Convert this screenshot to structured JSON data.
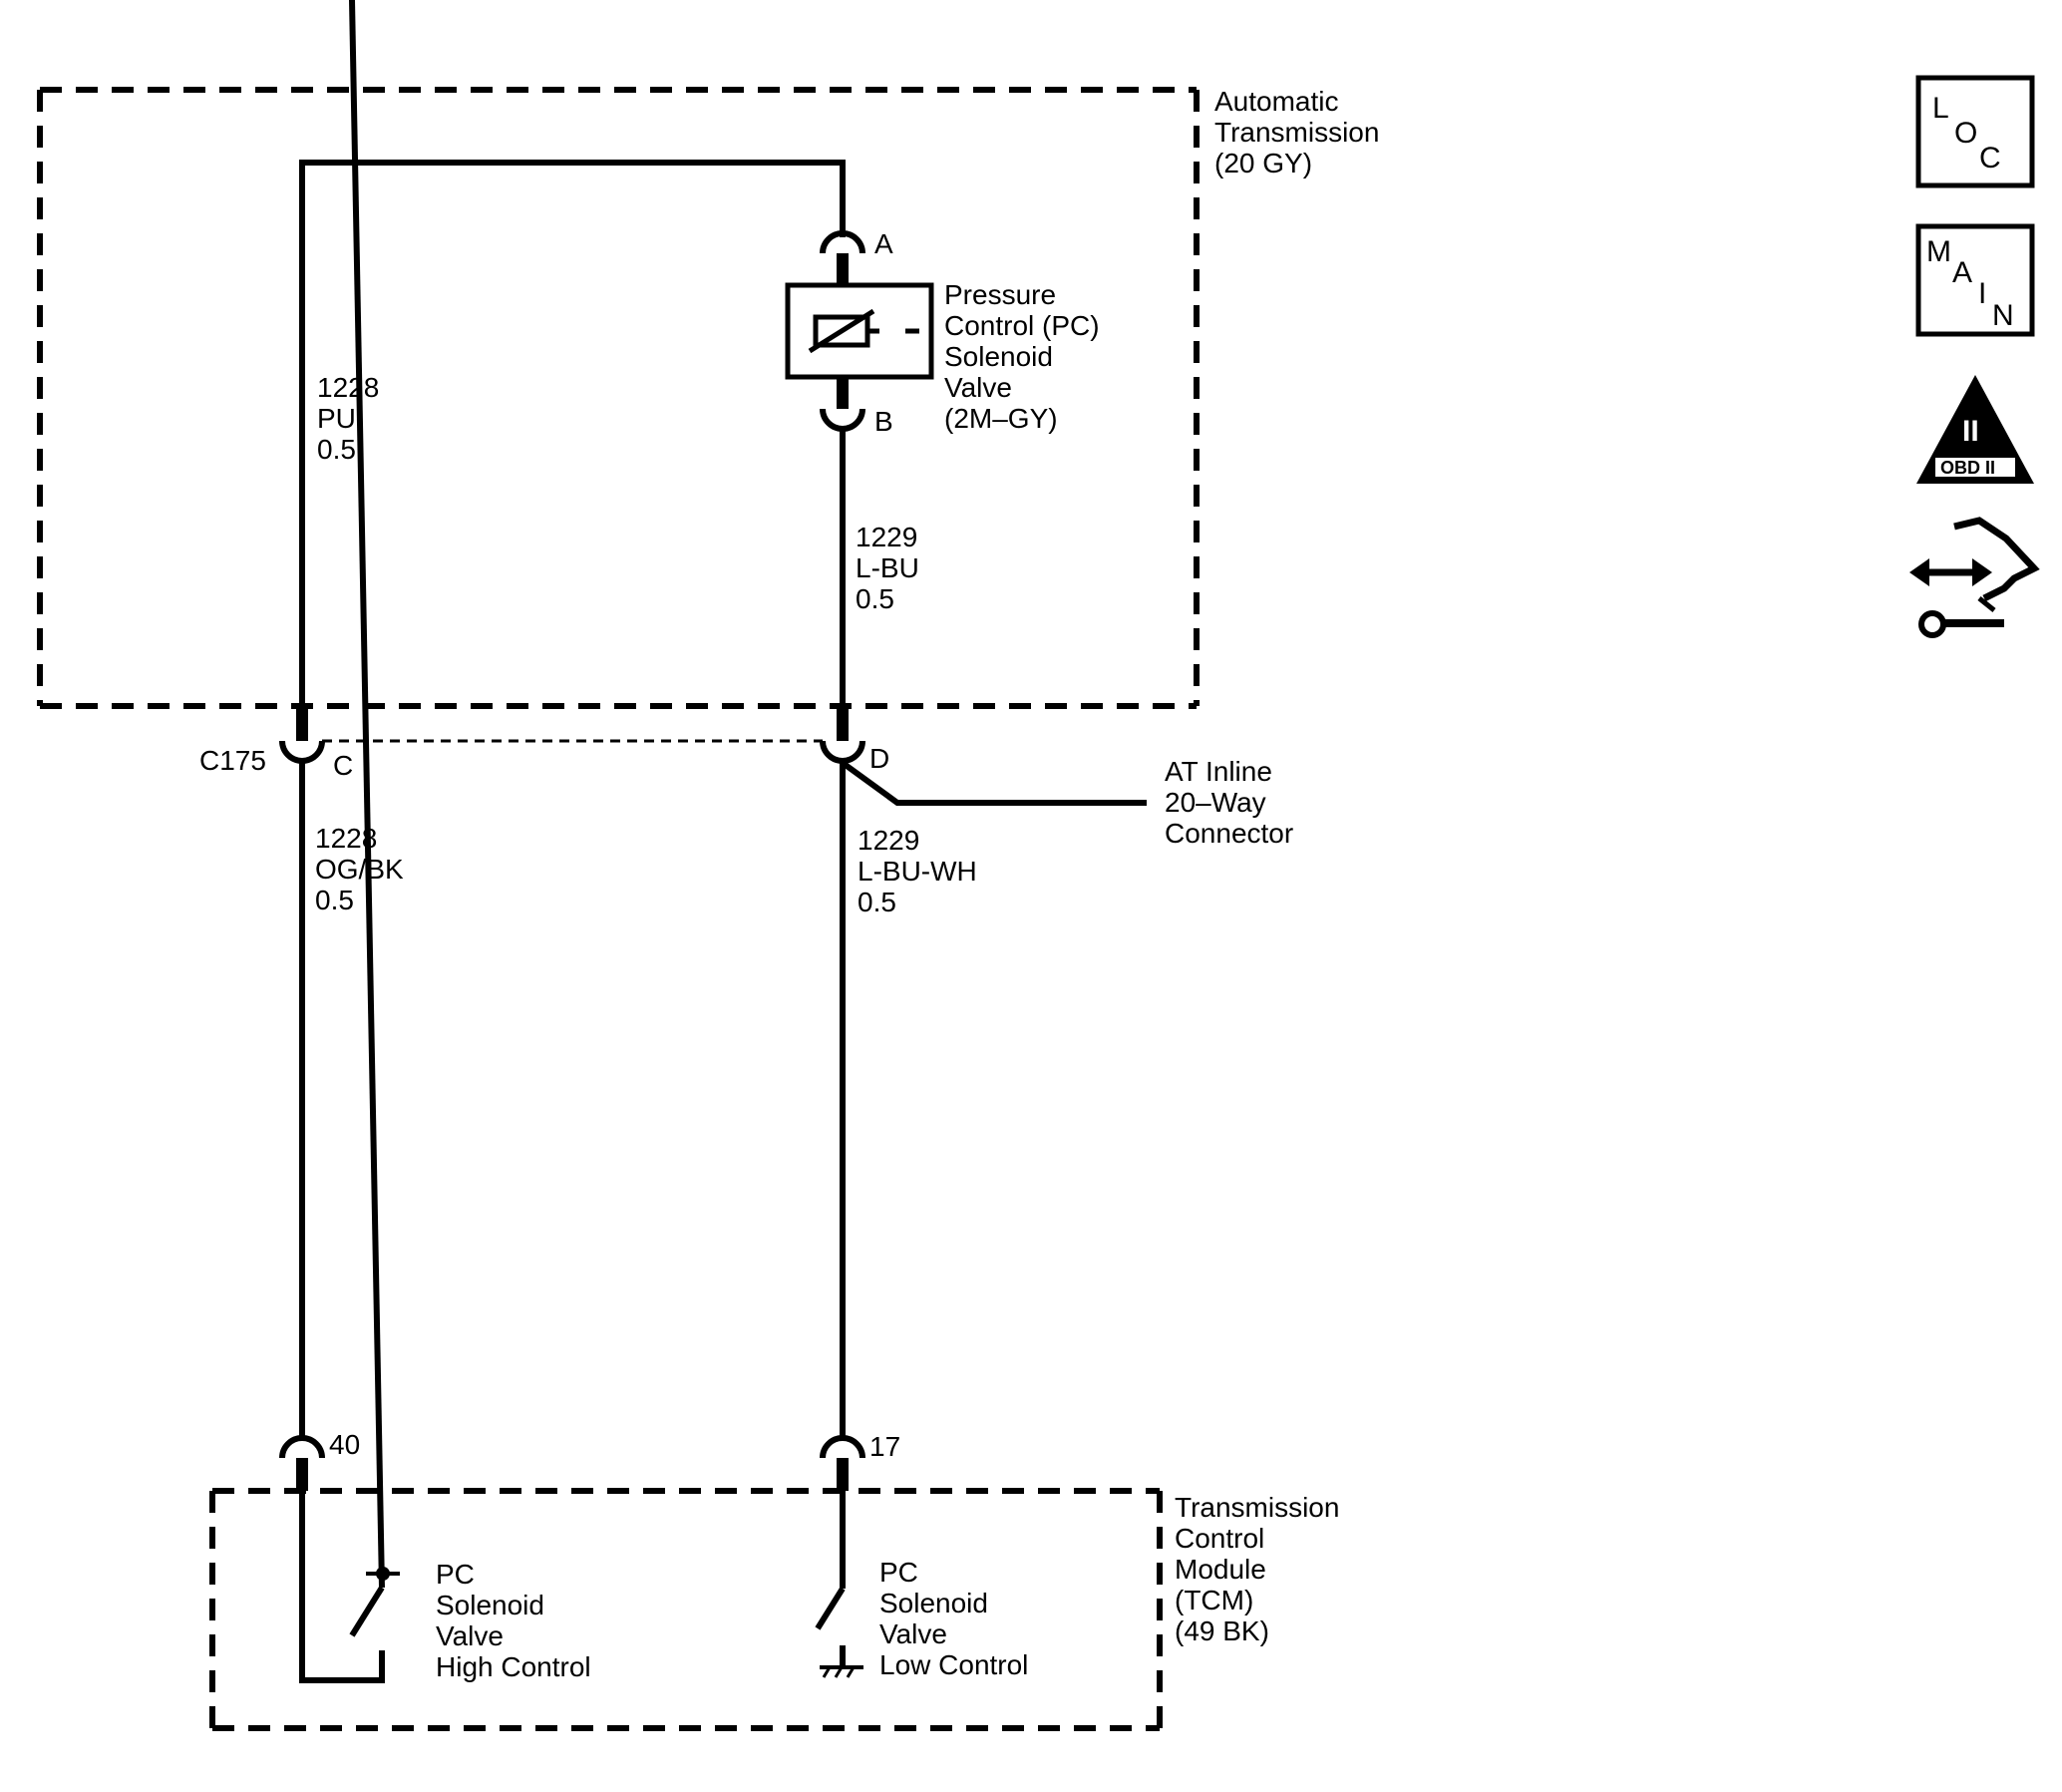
{
  "components": {
    "automatic_transmission": {
      "line1": "Automatic",
      "line2": "Transmission",
      "line3": "(20 GY)"
    },
    "pc_solenoid": {
      "line1": "Pressure",
      "line2": "Control (PC)",
      "line3": "Solenoid",
      "line4": "Valve",
      "line5": "(2M–GY)"
    },
    "inline_connector": {
      "line1": "AT Inline",
      "line2": "20–Way",
      "line3": "Connector",
      "id": "C175"
    },
    "tcm": {
      "line1": "Transmission",
      "line2": "Control",
      "line3": "Module",
      "line4": "(TCM)",
      "line5": "(49 BK)"
    },
    "high_control": {
      "line1": "PC",
      "line2": "Solenoid",
      "line3": "Valve",
      "line4": "High Control"
    },
    "low_control": {
      "line1": "PC",
      "line2": "Solenoid",
      "line3": "Valve",
      "line4": "Low Control"
    }
  },
  "terminals": {
    "a": "A",
    "b": "B",
    "c": "C",
    "d": "D",
    "t40": "40",
    "t17": "17"
  },
  "wires": {
    "upper_left": {
      "circuit": "1228",
      "color": "PU",
      "size": "0.5"
    },
    "upper_right": {
      "circuit": "1229",
      "color": "L-BU",
      "size": "0.5"
    },
    "lower_left": {
      "circuit": "1228",
      "color": "OG/BK",
      "size": "0.5"
    },
    "lower_right": {
      "circuit": "1229",
      "color": "L-BU-WH",
      "size": "0.5"
    }
  },
  "icons": {
    "loc": {
      "name": "loc-icon",
      "l": "L",
      "o": "O",
      "c": "C"
    },
    "main": {
      "name": "main-icon",
      "m": "M",
      "a": "A",
      "i": "I",
      "n": "N"
    },
    "obd": {
      "name": "obd-ii-icon",
      "roman": "II",
      "text": "OBD II"
    },
    "connector": {
      "name": "connector-tool-icon"
    }
  }
}
